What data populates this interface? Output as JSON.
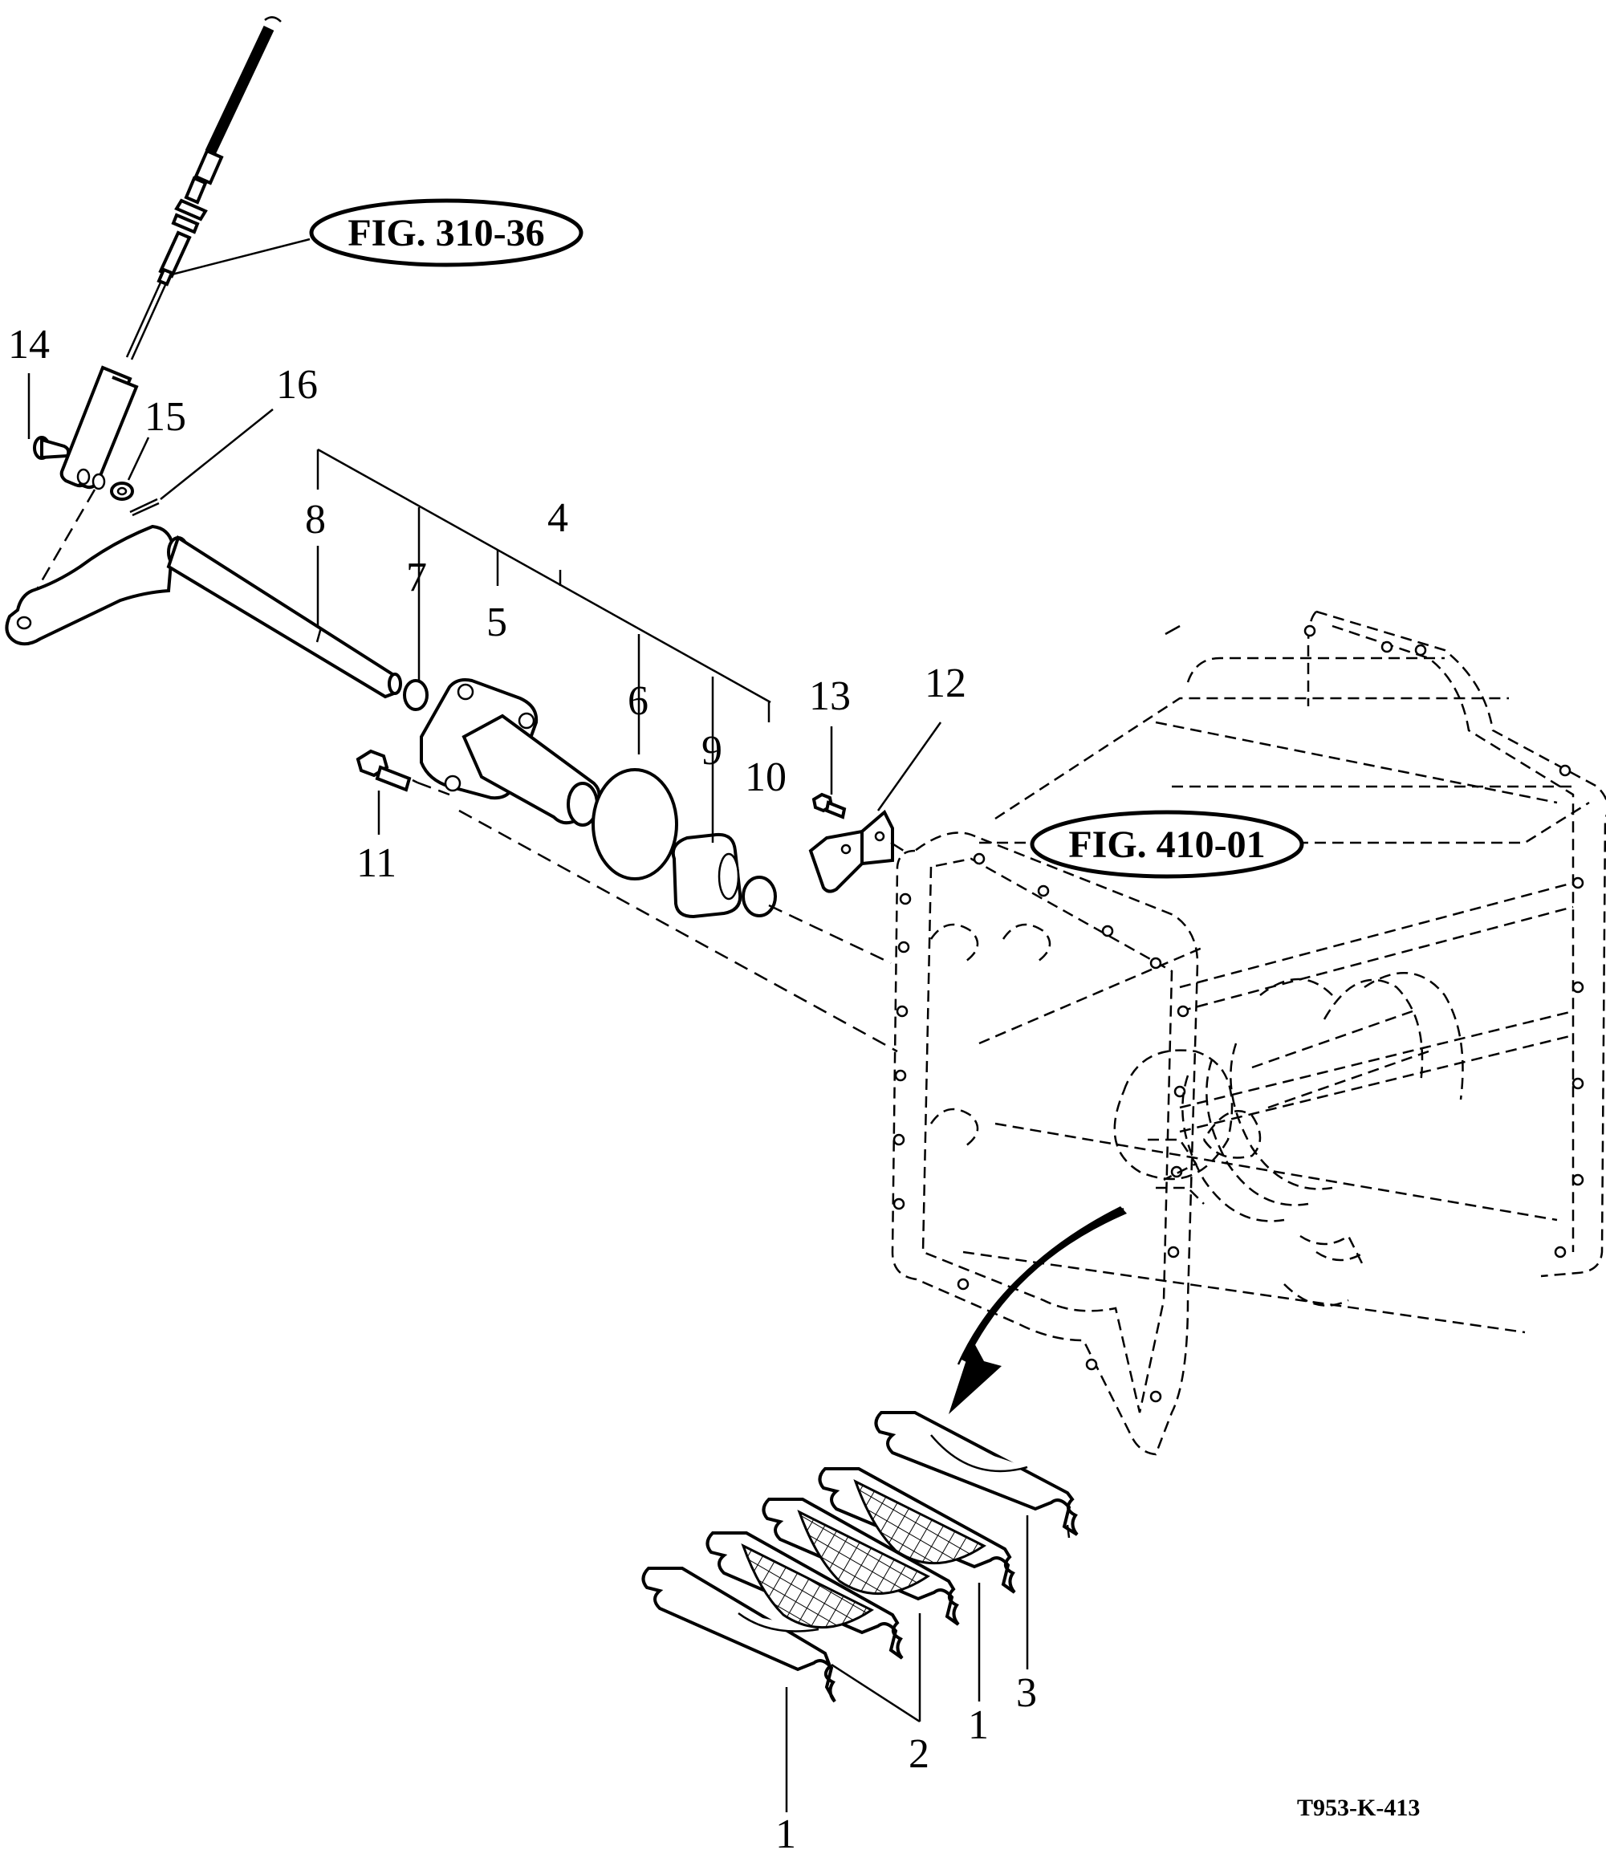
{
  "diagram": {
    "callouts": [
      {
        "id": "c14",
        "label": "14"
      },
      {
        "id": "c15",
        "label": "15"
      },
      {
        "id": "c16",
        "label": "16"
      },
      {
        "id": "c8",
        "label": "8"
      },
      {
        "id": "c7",
        "label": "7"
      },
      {
        "id": "c4",
        "label": "4"
      },
      {
        "id": "c5",
        "label": "5"
      },
      {
        "id": "c6",
        "label": "6"
      },
      {
        "id": "c9",
        "label": "9"
      },
      {
        "id": "c10",
        "label": "10"
      },
      {
        "id": "c13",
        "label": "13"
      },
      {
        "id": "c12",
        "label": "12"
      },
      {
        "id": "c11",
        "label": "11"
      },
      {
        "id": "c2",
        "label": "2"
      },
      {
        "id": "c1a",
        "label": "1"
      },
      {
        "id": "c3",
        "label": "3"
      },
      {
        "id": "c1b",
        "label": "1"
      }
    ],
    "references": {
      "fig_310": "FIG. 310-36",
      "fig_410": "FIG. 410-01"
    },
    "drawing_code": "T953-K-413"
  }
}
